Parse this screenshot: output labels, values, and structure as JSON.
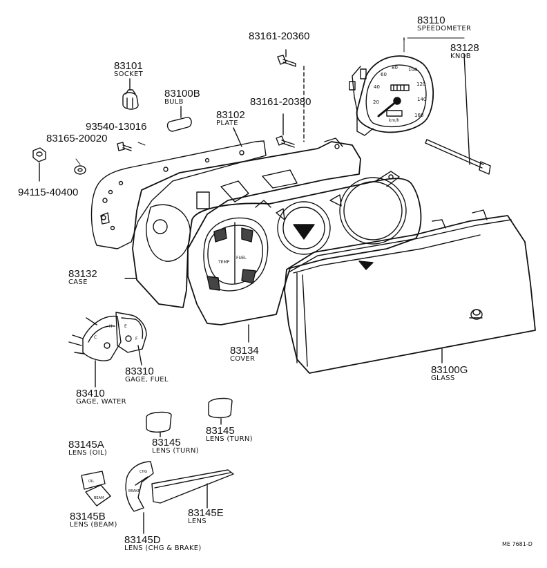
{
  "parts": {
    "speedometer": {
      "number": "83110",
      "name": "SPEEDOMETER"
    },
    "knob": {
      "number": "83128",
      "name": "KNOB"
    },
    "screw_20360": {
      "number": "83161-20360"
    },
    "screw_20380": {
      "number": "83161-20380"
    },
    "socket": {
      "number": "83101",
      "name": "SOCKET"
    },
    "bulb": {
      "number": "83100B",
      "name": "BULB"
    },
    "plate": {
      "number": "83102",
      "name": "PLATE"
    },
    "screw_13016": {
      "number": "93540-13016"
    },
    "washer_20020": {
      "number": "83165-20020"
    },
    "nut_40400": {
      "number": "94115-40400"
    },
    "case": {
      "number": "83132",
      "name": "CASE"
    },
    "cover": {
      "number": "83134",
      "name": "COVER"
    },
    "glass": {
      "number": "83100G",
      "name": "GLASS"
    },
    "gage_fuel": {
      "number": "83310",
      "name": "GAGE, FUEL"
    },
    "gage_water": {
      "number": "83410",
      "name": "GAGE, WATER"
    },
    "lens_turn_left": {
      "number": "83145",
      "name": "LENS (TURN)"
    },
    "lens_turn_right": {
      "number": "83145",
      "name": "LENS (TURN)"
    },
    "lens_oil": {
      "number": "83145A",
      "name": "LENS (OIL)"
    },
    "lens_beam": {
      "number": "83145B",
      "name": "LENS (BEAM)"
    },
    "lens_chg_brake": {
      "number": "83145D",
      "name": "LENS (CHG & BRAKE)"
    },
    "lens_e": {
      "number": "83145E",
      "name": "LENS"
    }
  },
  "drawing_ref": "ME 7681-D",
  "dial_marks": {
    "speed_20": "20",
    "speed_40": "40",
    "speed_60": "60",
    "speed_80": "80",
    "speed_100": "100",
    "speed_120": "120",
    "speed_140": "140",
    "speed_160": "160",
    "unit": "km/h",
    "temp": "TEMP",
    "fuel": "FUEL",
    "oil": "OIL",
    "beam": "BEAM",
    "chg": "CHG",
    "brake": "BRAKE",
    "gauge_h": "H",
    "gauge_c": "C",
    "gauge_f": "F",
    "gauge_e": "E"
  }
}
